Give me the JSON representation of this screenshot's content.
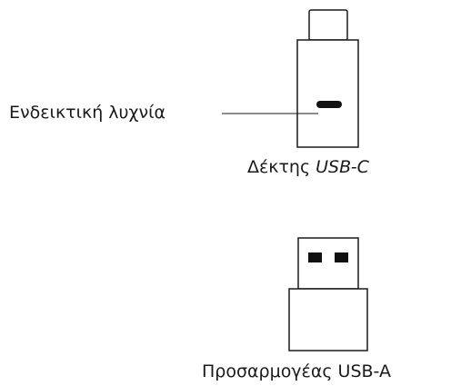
{
  "labels": {
    "indicator_light": "Ενδεικτική λυχνία",
    "usb_c_receiver_prefix": "Δέκτης ",
    "usb_c_receiver_model": "USB-C",
    "usb_a_adapter": "Προσαρμογέας USB-A"
  },
  "colors": {
    "outline": "#1a1a1a",
    "led": "#111111",
    "background": "#ffffff"
  }
}
